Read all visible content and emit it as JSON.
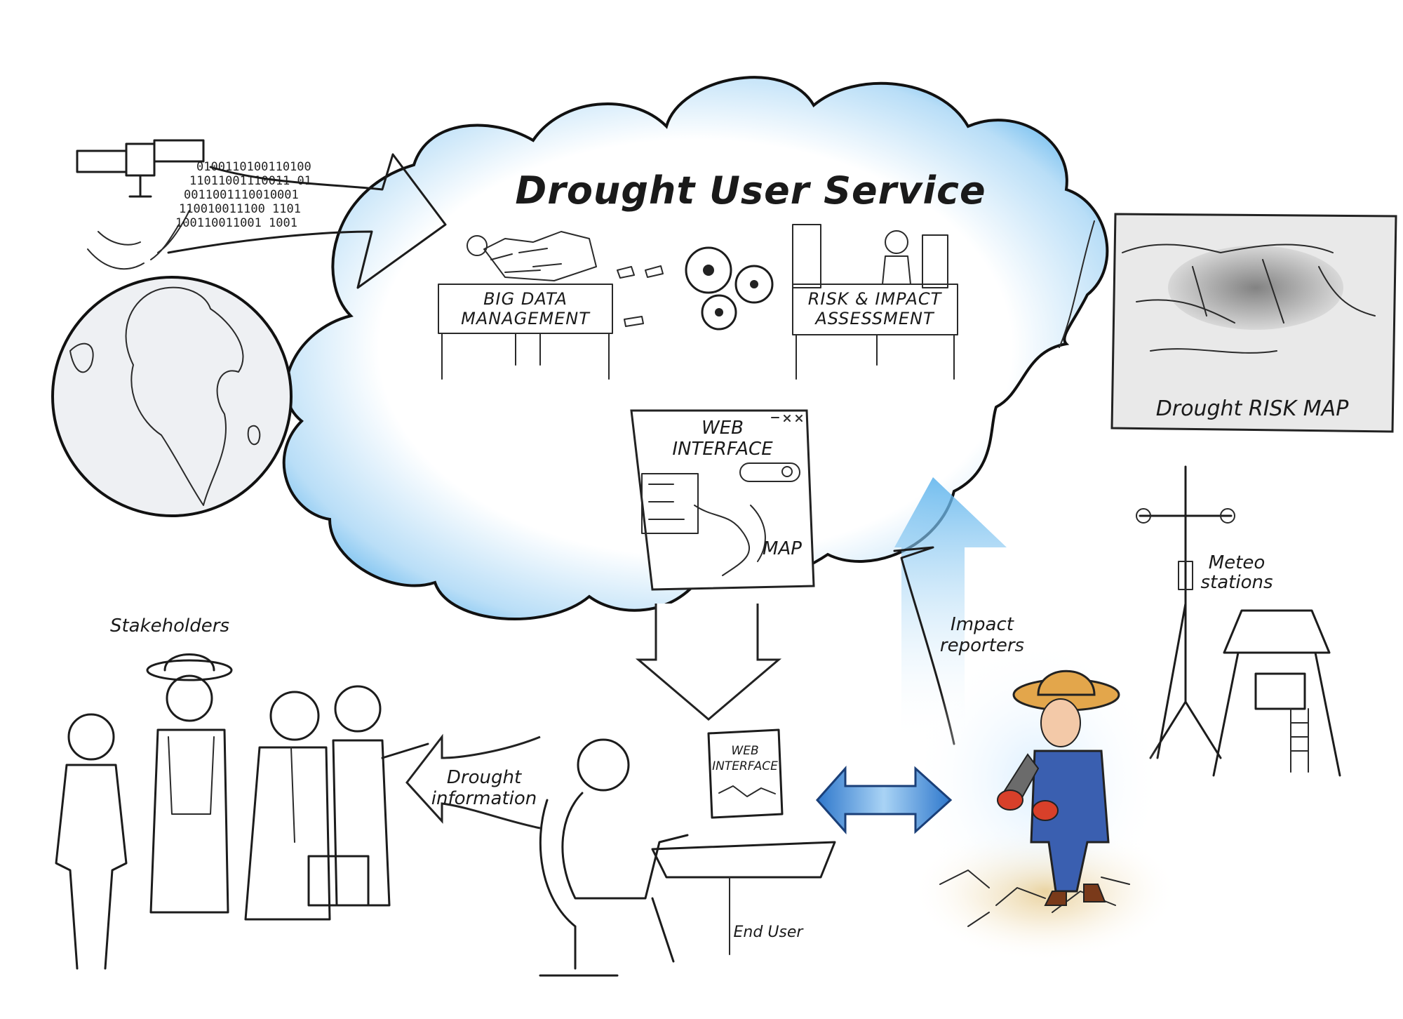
{
  "title": "Drought User Service",
  "nodes": {
    "big_data": [
      "BIG DATA",
      "MANAGEMENT"
    ],
    "risk_impact": [
      "RISK & IMPACT",
      "ASSESSMENT"
    ],
    "web_interface": [
      "WEB",
      "INTERFACE"
    ],
    "map_label": "MAP",
    "risk_map": "Drought RISK MAP",
    "meteo": [
      "Meteo",
      "stations"
    ],
    "impact": [
      "Impact",
      "reporters"
    ],
    "stakeholders": "Stakeholders",
    "drought_info": [
      "Drought",
      "information"
    ],
    "end_user": "End User",
    "screen_label": [
      "WEB",
      "INTERFACE"
    ]
  },
  "binary_rows": [
    "0100110100110100",
    "11011001110011 01",
    "0011001110010001",
    "110010011100 1101",
    "100110011001 1001"
  ],
  "colors": {
    "cloud_edge": "#5ab2ec",
    "cloud_center": "#ffffff",
    "arrow_blue": "#4a8fd8",
    "farmer_hat": "#e3a64b",
    "farmer_overalls": "#3a5fb0",
    "glove": "#d8402a",
    "soil": "#e8d19a"
  }
}
